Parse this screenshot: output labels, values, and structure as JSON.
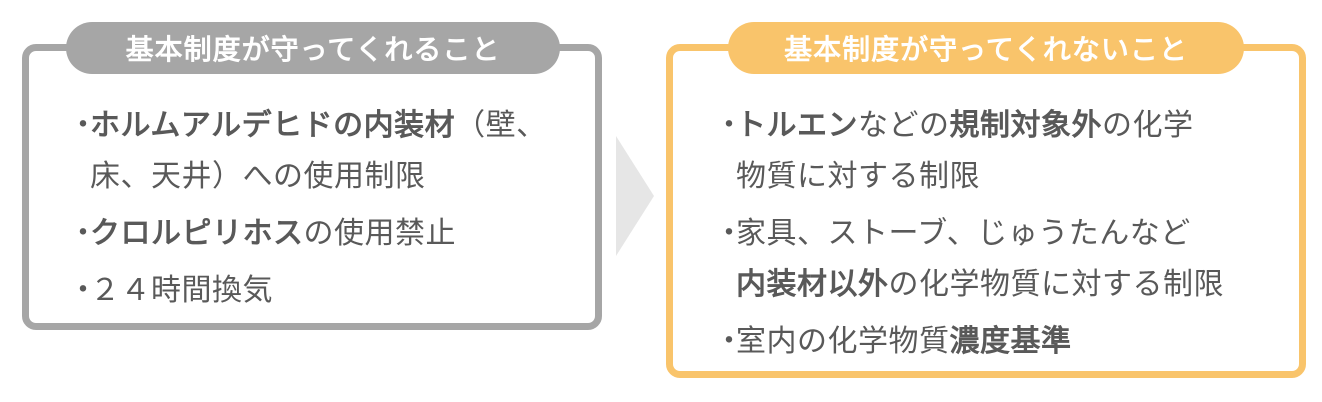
{
  "left_panel": {
    "title": "基本制度が守ってくれること",
    "bullet": "・",
    "items": [
      {
        "bold": "ホルムアルデヒドの内装材",
        "text": "（壁、床、天井）への使用制限"
      },
      {
        "bold": "クロルピリホス",
        "text": "の使用禁止"
      },
      {
        "text": "２４時間換気"
      }
    ]
  },
  "right_panel": {
    "title": "基本制度が守ってくれないこと",
    "bullet": "・",
    "items": [
      {
        "b1": "トルエン",
        "t1": "などの",
        "b2": "規制対象外",
        "t2": "の化学",
        "t3": "物質に対する制限"
      },
      {
        "t1": "家具、ストーブ、じゅうたんなど",
        "b1": "内装材以外",
        "t2": "の化学物質に対する制限"
      },
      {
        "t1": "室内の化学物質",
        "b1": "濃度基準"
      }
    ]
  },
  "colors": {
    "left_accent": "#a6a6a6",
    "right_accent": "#f9c46b",
    "text": "#595959",
    "arrow": "#e6e6e6"
  },
  "icons": {
    "arrow": "chevron-right-arrow-icon"
  }
}
